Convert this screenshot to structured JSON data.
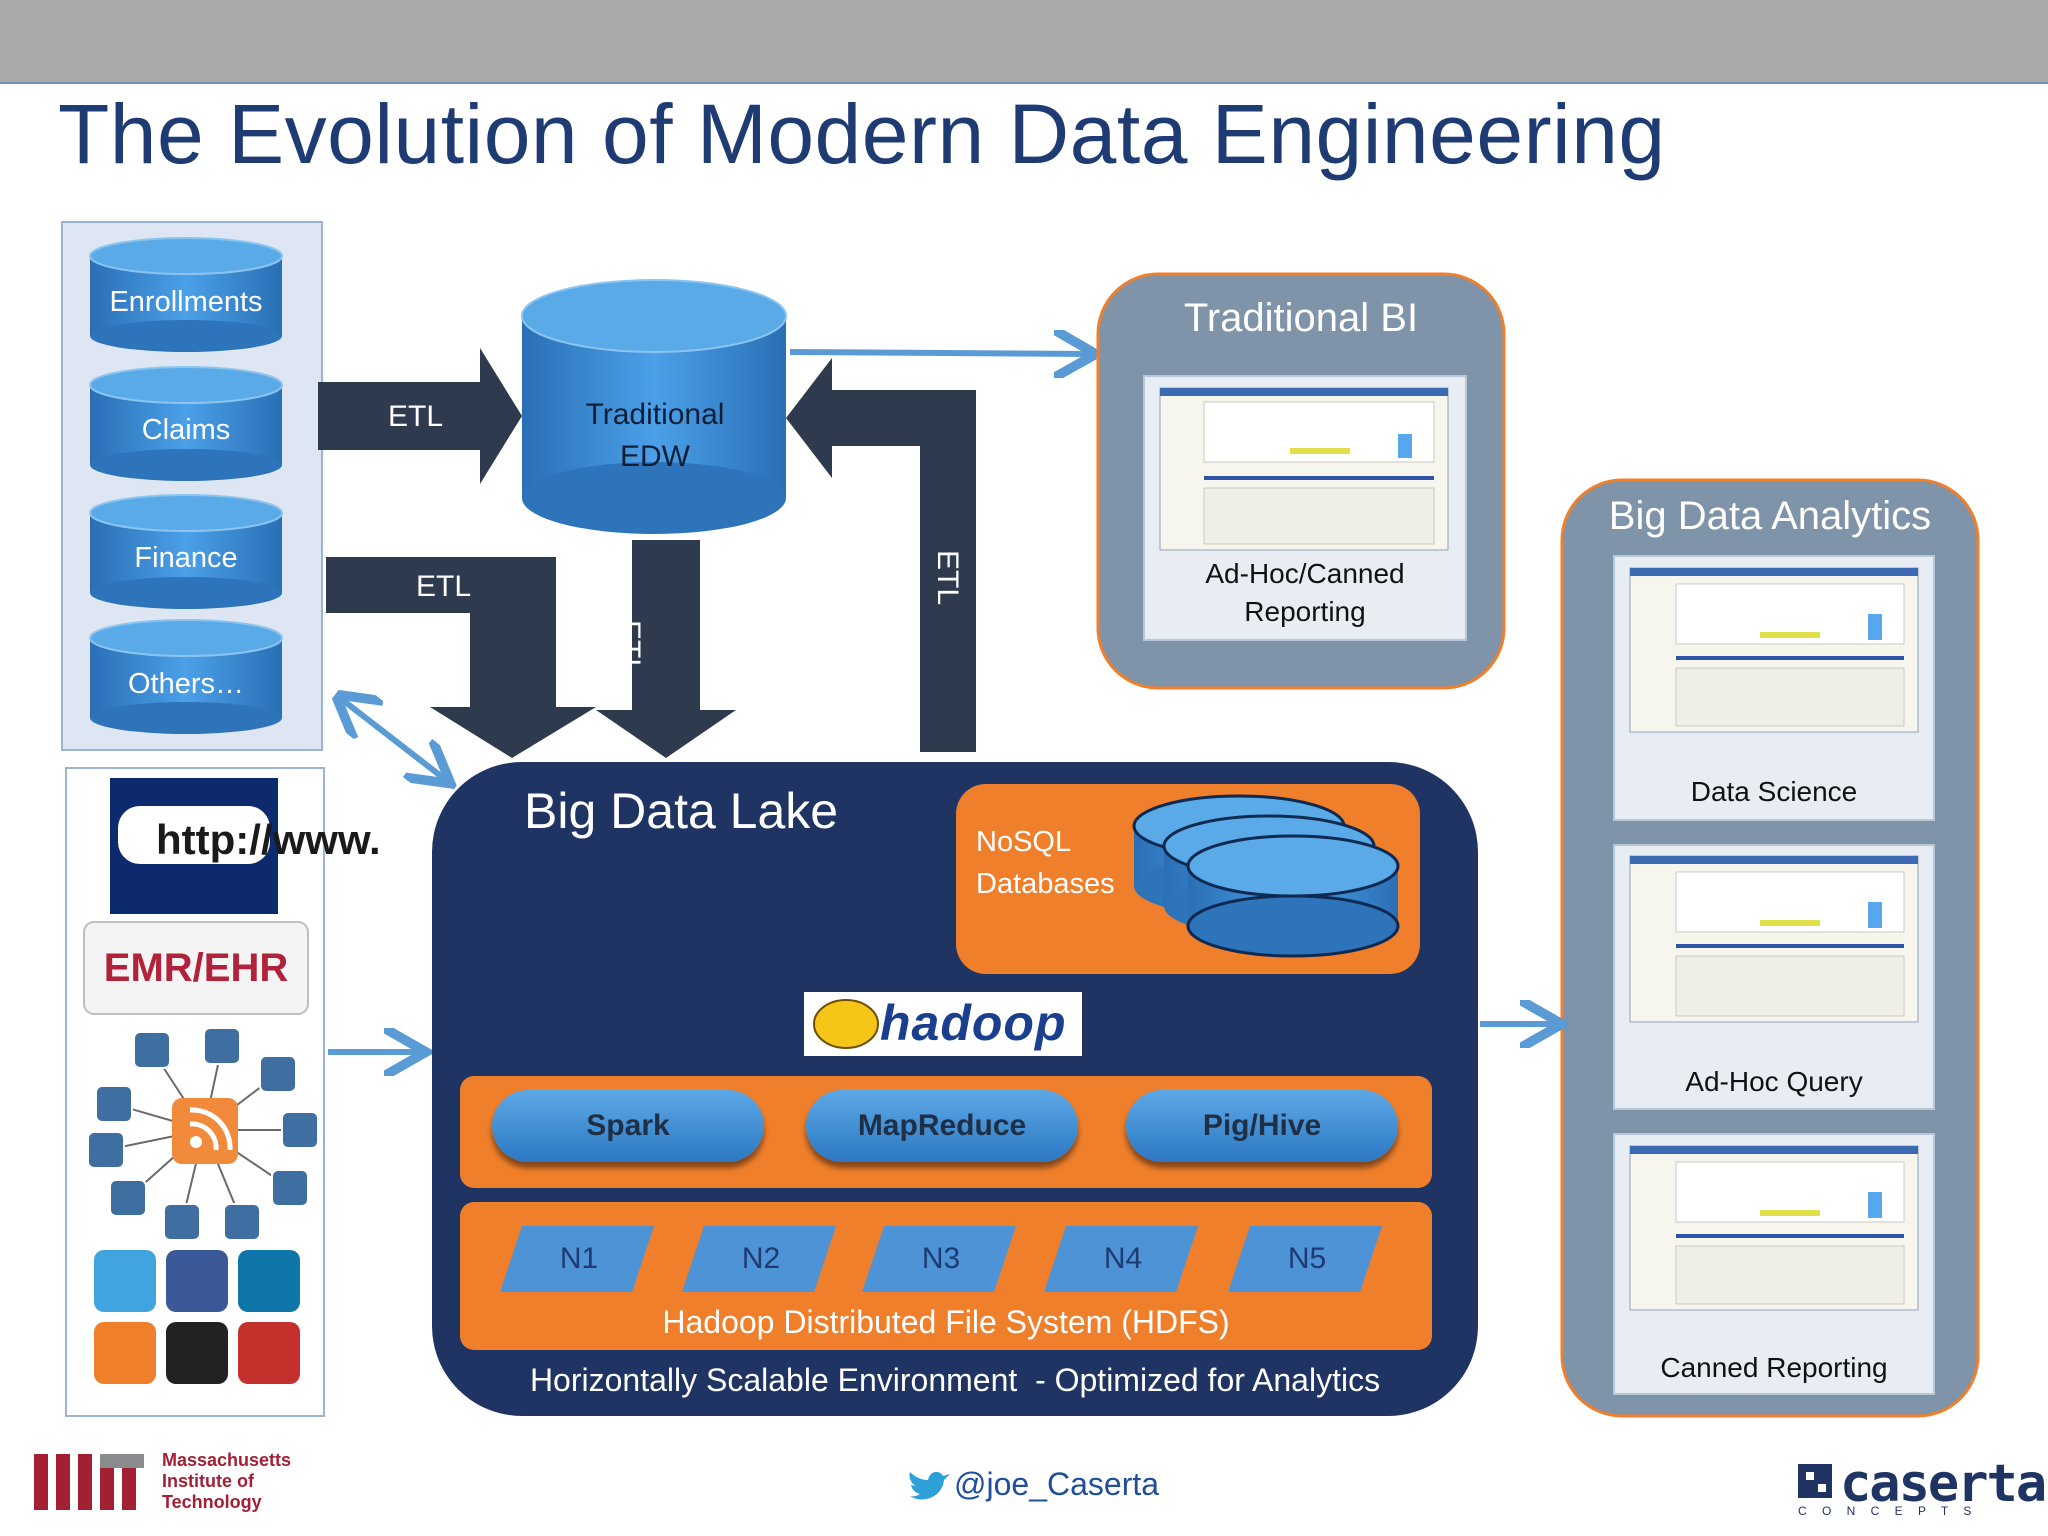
{
  "title": "The Evolution of Modern Data Engineering",
  "sources": [
    "Enrollments",
    "Claims",
    "Finance",
    "Others…"
  ],
  "external_sources": {
    "http": "http://www.",
    "emr": "EMR/EHR"
  },
  "edw": {
    "line1": "Traditional",
    "line2": "EDW"
  },
  "etl_labels": {
    "a": "ETL",
    "b": "ETL",
    "c": "ETL",
    "d": "ETL"
  },
  "traditional_bi": {
    "title": "Traditional BI",
    "caption_line1": "Ad-Hoc/Canned",
    "caption_line2": "Reporting"
  },
  "big_data_analytics": {
    "title": "Big Data Analytics",
    "items": [
      "Data Science",
      "Ad-Hoc Query",
      "Canned Reporting"
    ]
  },
  "lake": {
    "title": "Big Data Lake",
    "nosql_line1": "NoSQL",
    "nosql_line2": "Databases",
    "hadoop": "hadoop",
    "tools": [
      "Spark",
      "MapReduce",
      "Pig/Hive"
    ],
    "nodes": [
      "N1",
      "N2",
      "N3",
      "N4",
      "N5"
    ],
    "hdfs": "Hadoop Distributed File System (HDFS)",
    "footer": "Horizontally Scalable Environment  - Optimized for Analytics"
  },
  "footer": {
    "mit_line1": "Massachusetts",
    "mit_line2": "Institute of",
    "mit_line3": "Technology",
    "twitter": "@joe_Caserta",
    "caserta": "caserta",
    "caserta_sub": "C O N C E P T S"
  },
  "colors": {
    "title_blue": "#1f3b73",
    "lake_navy": "#1f3463",
    "orange": "#f07f2b",
    "arrow_dark": "#2e3a4d",
    "arrow_blue": "#5b9bd5",
    "panel_slate": "#7f93a9"
  }
}
